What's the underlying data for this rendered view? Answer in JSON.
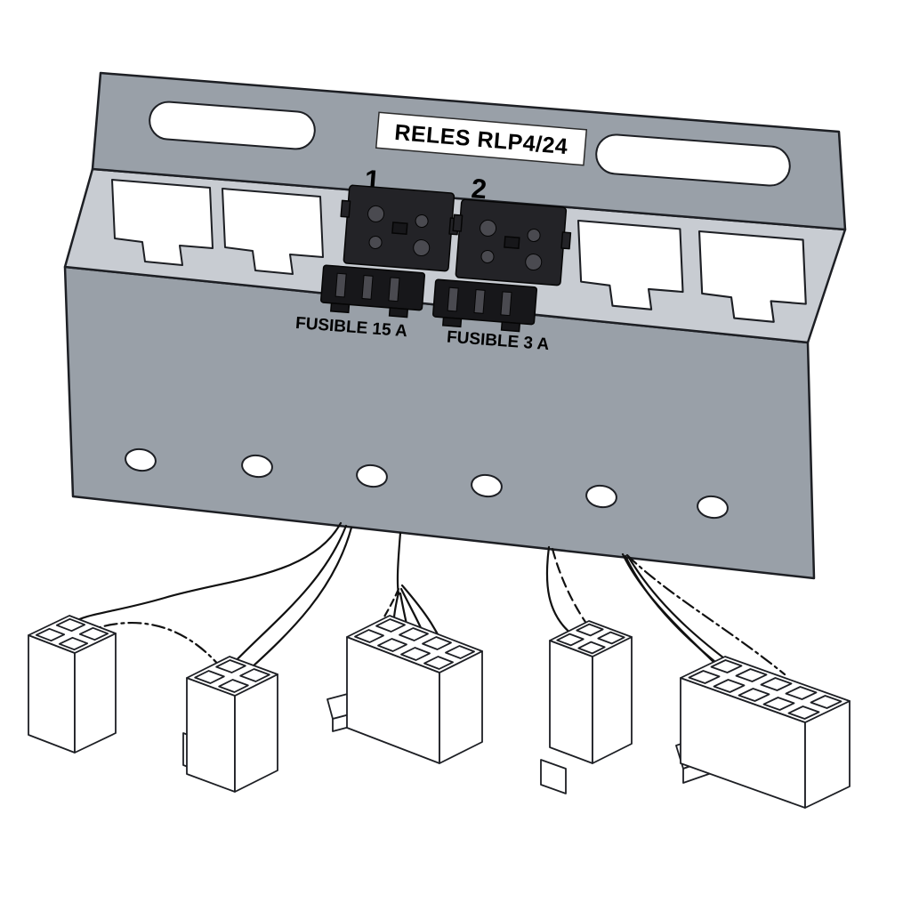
{
  "diagram": {
    "title": "RELES RLP4/24",
    "position_labels": [
      "1",
      "2"
    ],
    "fuse_labels": [
      "FUSIBLE 15 A",
      "FUSIBLE 3 A"
    ]
  },
  "colors": {
    "background": "#ffffff",
    "panel_face": "#99a0a8",
    "panel_top": "#c8ccd2",
    "outline": "#1d1f24",
    "relay_body": "#232327",
    "wire_black": "#111111",
    "wire_magenta": "#b02595",
    "wire_blue": "#3b8bbd",
    "wire_orange": "#c8822a"
  }
}
